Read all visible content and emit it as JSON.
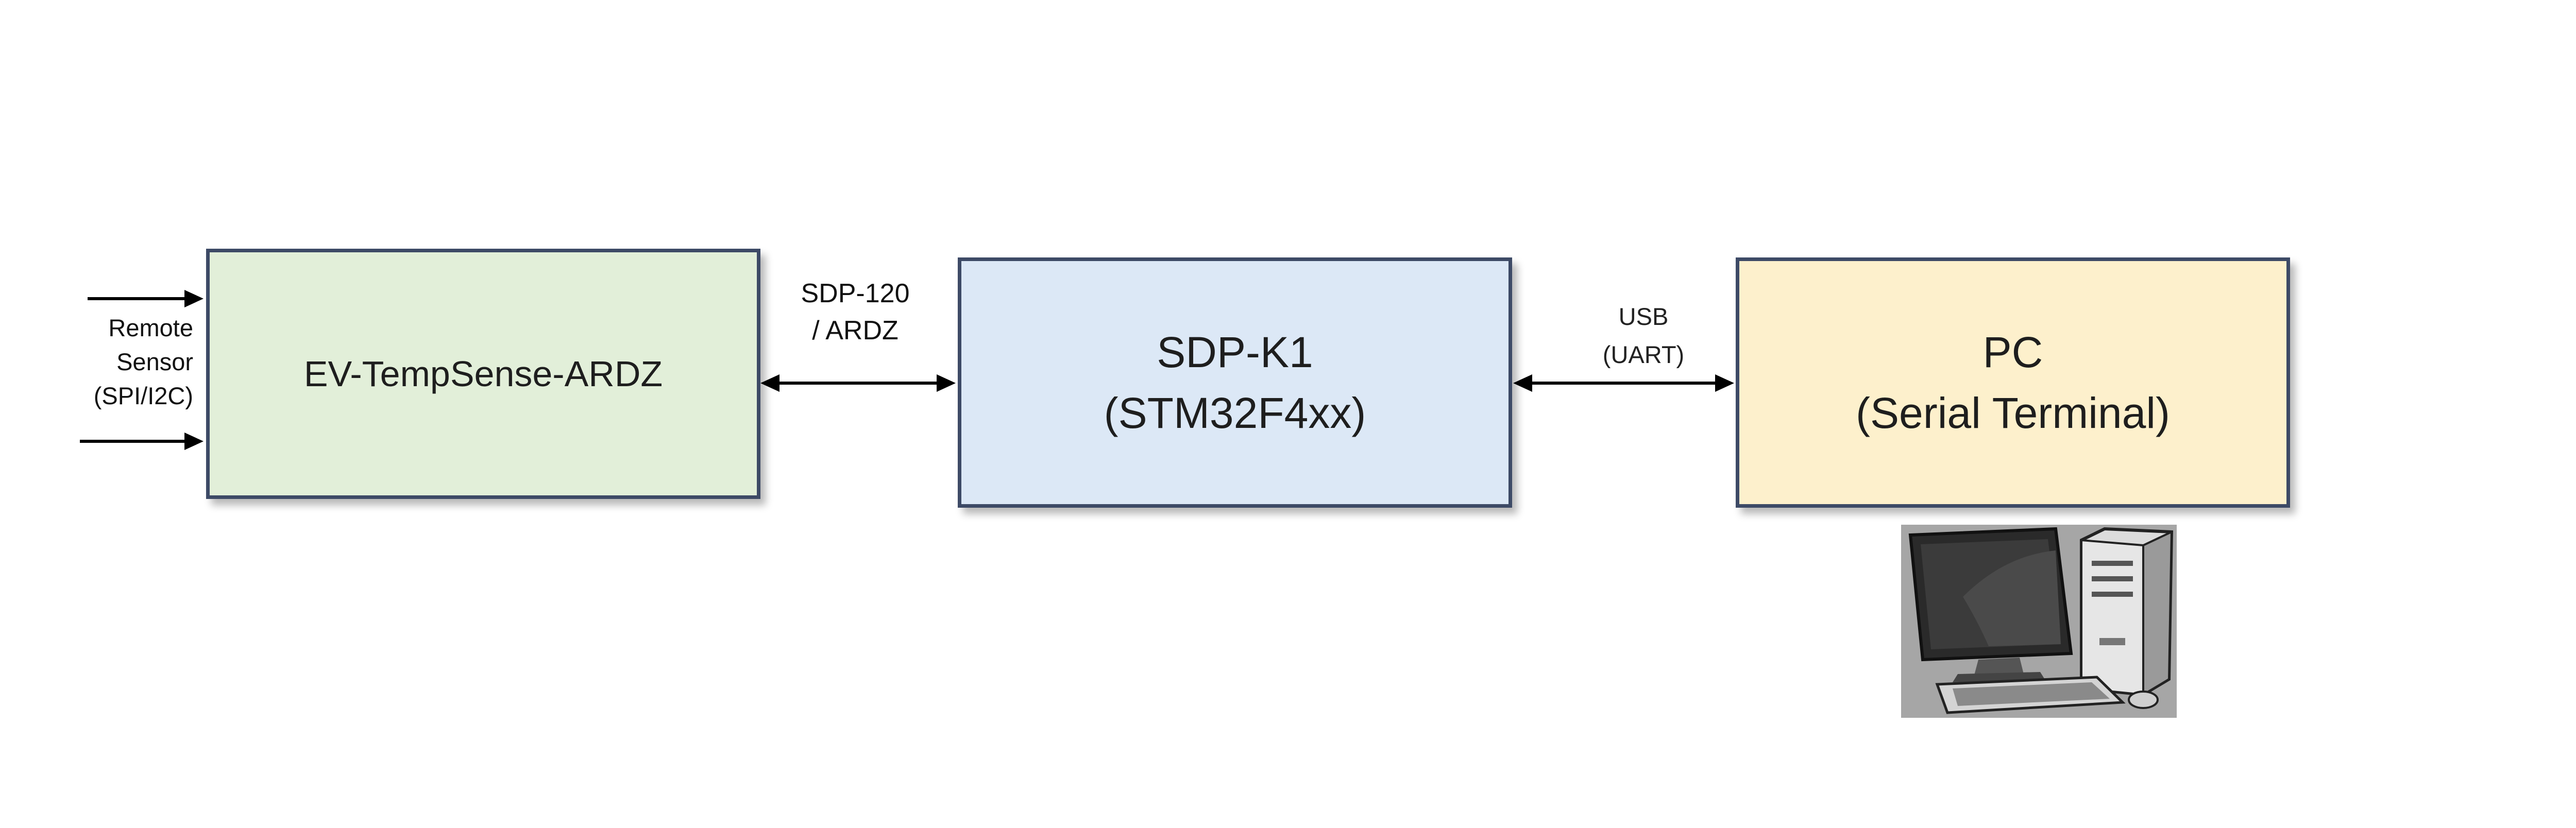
{
  "blocks": {
    "ev": {
      "lines": [
        "EV-TempSense-ARDZ"
      ],
      "fill": "#e2efd9"
    },
    "sdp": {
      "lines": [
        "SDP-K1",
        "(STM32F4xx)"
      ],
      "fill": "#dce8f6"
    },
    "pc": {
      "lines": [
        "PC",
        "(Serial Terminal)"
      ],
      "fill": "#fdf0cc"
    }
  },
  "labels": {
    "remote_sensor": [
      "Remote",
      "Sensor",
      "(SPI/I2C)"
    ],
    "sdp_connector": [
      "SDP-120",
      "/ ARDZ"
    ],
    "usb_link": [
      "USB",
      "(UART)"
    ]
  },
  "colors": {
    "block_border": "#3d4a66",
    "arrow": "#000000",
    "pc_image_background": "#a6a6a6"
  },
  "icons": {
    "pc": "desktop-computer-icon"
  }
}
